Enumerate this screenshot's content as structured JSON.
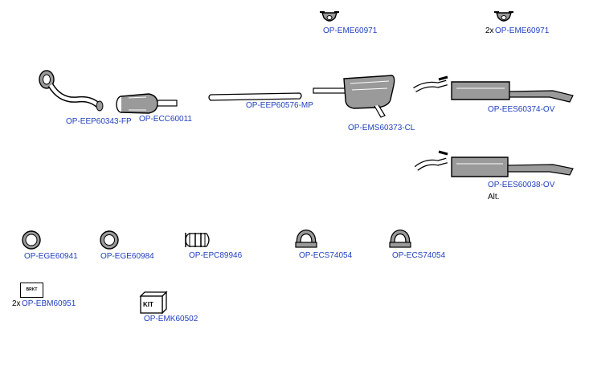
{
  "parts": {
    "mount_top_left": {
      "code": "OP-EME60971"
    },
    "mount_top_right": {
      "code": "OP-EME60971",
      "qty": "2x"
    },
    "front_pipe": {
      "code": "OP-EEP60343-FP"
    },
    "catalyst": {
      "code": "OP-ECC60011"
    },
    "mid_pipe": {
      "code": "OP-EEP60576-MP"
    },
    "center_silencer": {
      "code": "OP-EMS60373-CL"
    },
    "rear_silencer_1": {
      "code": "OP-EES60374-OV"
    },
    "rear_silencer_2": {
      "code": "OP-EES60038-OV",
      "note": "Alt."
    },
    "gasket_1": {
      "code": "OP-EGE60941"
    },
    "gasket_2": {
      "code": "OP-EGE60984"
    },
    "pipe_connector": {
      "code": "OP-EPC89946"
    },
    "clamp_1": {
      "code": "OP-ECS74054"
    },
    "clamp_2": {
      "code": "OP-ECS74054"
    },
    "bracket": {
      "code": "OP-EBM60951",
      "qty": "2x",
      "box_text": "BRKT"
    },
    "fitting_kit": {
      "code": "OP-EMK60502",
      "box_text": "KIT"
    }
  },
  "colors": {
    "label": "#1f3fbf",
    "line": "#000000",
    "fill": "#9a9a9a"
  }
}
